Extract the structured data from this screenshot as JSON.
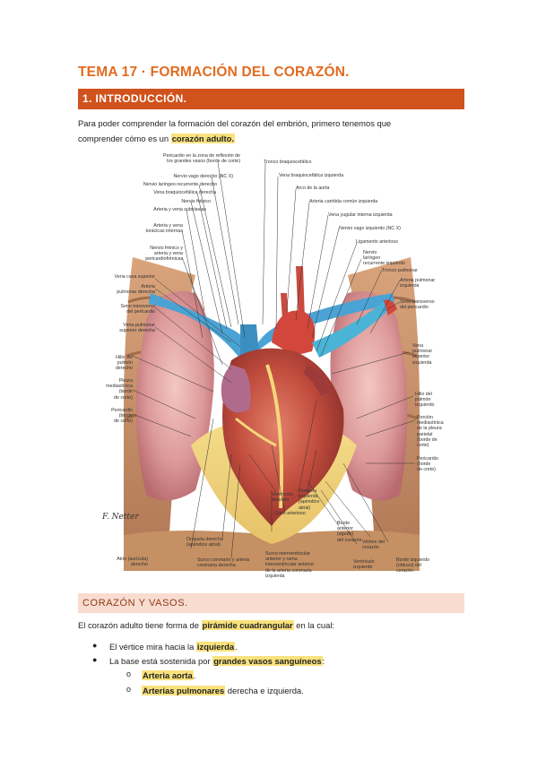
{
  "title": "TEMA 17 · FORMACIÓN DEL CORAZÓN.",
  "section1": "1. INTRODUCCIÓN.",
  "intro": {
    "line1": "Para poder comprender la formación del corazón del embrión, primero tenemos que",
    "line2_pre": "comprender cómo es un ",
    "line2_hl": "corazón adulto."
  },
  "figure": {
    "signature": "F. Netter",
    "labels": {
      "pericardio_reflexion": "Pericardio en la zona de reflexión de\nlos grandes vasos (borde de corte)",
      "nervio_vago_der": "Nervio vago derecho (NC X)",
      "nervio_laringeo_der": "Nervio laríngeo recurrente derecho",
      "vena_braquio_der": "Vena braquiocefálica derecha",
      "nervio_frenico": "Nervio frénico",
      "arteria_vena_subclavias": "Arteria y vena subclavias",
      "arteria_vena_toracicas": "Arteria y vena\ntorácicas internas",
      "nervio_frenico_arteria": "Nervio frénico y\narteria y vena\npericardiofrénicas",
      "vena_cava_sup": "Vena cava superior",
      "arteria_pulmonar_der": "Arteria\npulmonar derecha",
      "seno_transverso_izq": "Seno transverso\ndel pericardio",
      "vena_pulmonar_der": "Vena pulmonar\nsuperior derecha",
      "hilio_pulmon_der": "Hilio del\npulmón\nderecho",
      "pleura_mediastinica": "Pleura\nmediastínica\n(borde\nde corte)",
      "pericardio_borde": "Pericardio\n(borde\nde corte)",
      "tronco_braquiocefalico": "Tronco braquiocefálico",
      "vena_braquio_izq": "Vena braquiocefálica izquierda",
      "arco_aorta": "Arco de la aorta",
      "arteria_carotida": "Arteria carótida común izquierda",
      "vena_yugular": "Vena yugular interna izquierda",
      "nervio_vago_izq": "Nervio vago izquierdo (NC X)",
      "ligamento_arterioso": "Ligamento arterioso",
      "nervio_laringeo_izq": "Nervio\nlaríngeo\nrecurrente izquierdo",
      "tronco_pulmonar": "Tronco pulmonar",
      "arteria_pulmonar_izq": "Arteria pulmonar\nizquierda",
      "seno_transverso_der": "Seno transverso\ndel pericardio",
      "vena_pulmonar_izq": "Vena\npulmonar\nsuperior\nizquierda",
      "hilio_pulmon_izq": "Hilio del\npulmón\nizquierdo",
      "porcion_mediastinica": "Porción\nmediastínica\nde la pleura\nparietal\n(borde de\ncorte)",
      "pericardio_borde_izq": "Pericardio\n(borde\nde corte)",
      "ventriculo_der": "Ventrículo\nderecho",
      "cono_arterioso": "Cono arterioso",
      "orejuela_izq": "Orejuela\nizquierda\n(apéndice\natrial)",
      "orejuela_der": "Orejuela derecha\n(apéndice atrial)",
      "atrio_der": "Atrio (aurícula)\nderecho",
      "surco_coronario": "Surco coronario y arteria\ncoronaria derecha",
      "surco_interventricular": "Surco interventricular\nanterior y rama\ninterventricular anterior\nde la arteria coronaria\nizquierda",
      "borde_anterior": "Borde\nanterior\n(agudo)\ndel corazón",
      "vertice": "Vértice del\ncorazón",
      "ventriculo_izq": "Ventrículo\nizquierdo",
      "borde_izq": "Borde izquierdo\n(obtuso) del\ncorazón"
    }
  },
  "section2": "CORAZÓN Y VASOS.",
  "paragraph": {
    "pre": "El corazón adulto tiene forma de ",
    "hl": "pirámide cuadrangular",
    "post": " en la cual:"
  },
  "bullets": [
    {
      "pre": "El vértice mira hacia la ",
      "hl": "izquierda",
      "post": "."
    },
    {
      "pre": "La base está sostenida por ",
      "hl": "grandes vasos sanguíneos",
      "post": ":"
    }
  ],
  "subbullets": [
    {
      "marker": "o",
      "hl": "Arteria aorta",
      "post": "."
    },
    {
      "marker": "o",
      "hl": "Arterias pulmonares",
      "post": " derecha e izquierda."
    }
  ]
}
